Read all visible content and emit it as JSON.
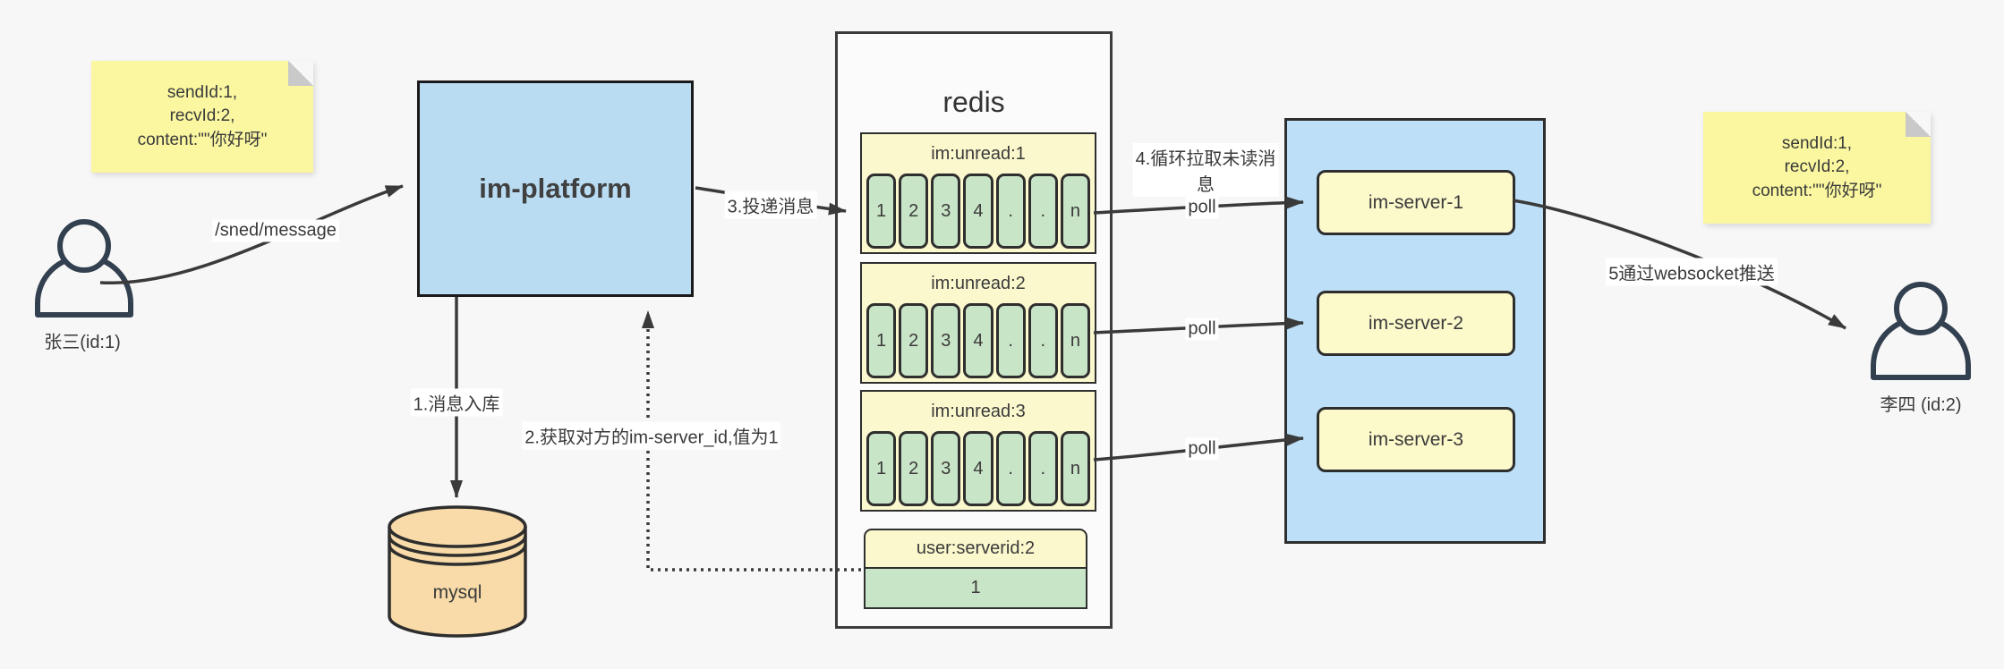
{
  "colors": {
    "background": "#f7f7f7",
    "sticky_note": "#faf7a0",
    "platform_blue": "#b9dcf3",
    "servers_blue": "#bde0f8",
    "queue_yellow": "#fbf8cd",
    "cell_green": "#c9e5c7",
    "server_yellow": "#fcf9cb",
    "mysql_tan": "#f8dba8",
    "line_dark": "#3a3a3a"
  },
  "sender": {
    "name": "张三(id:1)"
  },
  "receiver": {
    "name": "李四 (id:2)"
  },
  "note_left": {
    "line1": "sendId:1,",
    "line2": "recvId:2,",
    "line3": "content:\"\"你好呀\""
  },
  "note_right": {
    "line1": "sendId:1,",
    "line2": "recvId:2,",
    "line3": "content:\"\"你好呀\""
  },
  "platform": {
    "title": "im-platform"
  },
  "mysql": {
    "title": "mysql"
  },
  "redis": {
    "title": "redis",
    "queues": [
      {
        "header": "im:unread:1",
        "cells": [
          "1",
          "2",
          "3",
          "4",
          ".",
          ".",
          "n"
        ]
      },
      {
        "header": "im:unread:2",
        "cells": [
          "1",
          "2",
          "3",
          "4",
          ".",
          ".",
          "n"
        ]
      },
      {
        "header": "im:unread:3",
        "cells": [
          "1",
          "2",
          "3",
          "4",
          ".",
          ".",
          "n"
        ]
      }
    ],
    "kv": {
      "key": "user:serverid:2",
      "value": "1"
    }
  },
  "servers": {
    "s1": "im-server-1",
    "s2": "im-server-2",
    "s3": "im-server-3"
  },
  "labels": {
    "send_api": "/sned/message",
    "step1": "1.消息入库",
    "step2": "2.获取对方的im-server_id,值为1",
    "step3": "3.投递消息",
    "step4_line1": "4.循环拉取未读消",
    "step4_line2": "息",
    "poll": "poll",
    "step5": "5通过websocket推送"
  }
}
